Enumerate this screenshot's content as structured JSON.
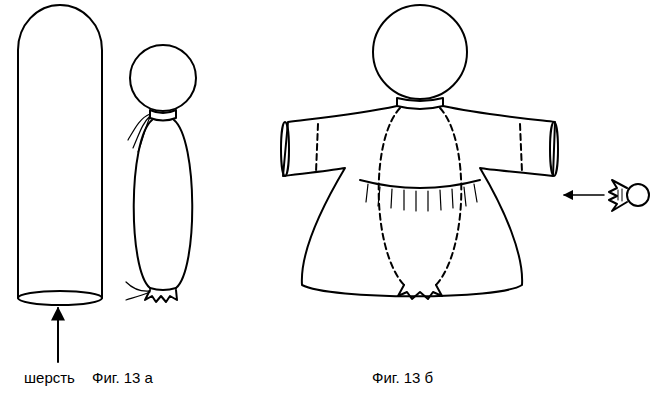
{
  "diagram": {
    "labels": [
      "шерсть",
      "Фиг. 13 а",
      "Фиг. 13 б"
    ]
  }
}
